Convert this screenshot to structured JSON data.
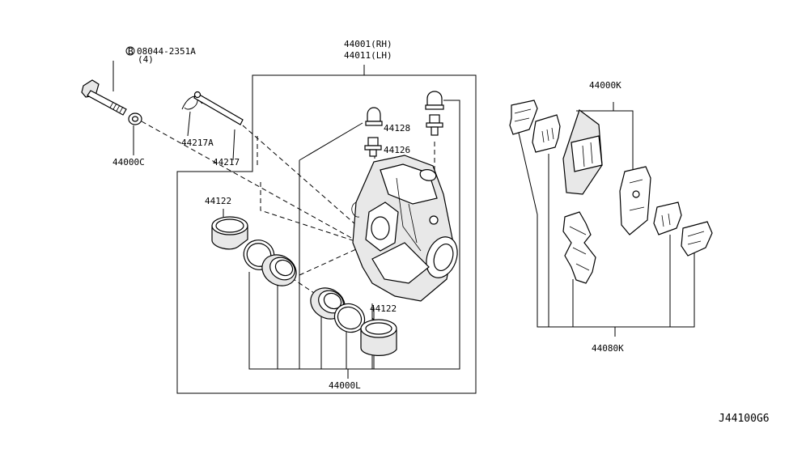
{
  "labels": {
    "bolt": "08044-2351A",
    "bolt_circle": "B",
    "bolt_qty": "(4)",
    "washer": "44000C",
    "clip": "44217A",
    "pin": "44217",
    "caliper_rh": "44001(RH)",
    "caliper_lh": "44011(LH)",
    "bleeder_cap": "44128",
    "bleeder_screw": "44126",
    "piston_upper": "44122",
    "piston_lower": "44122",
    "seal_kit": "44000L",
    "pad_kit": "44000K",
    "hardware_kit": "44080K",
    "diagram_id": "J44100G6"
  }
}
